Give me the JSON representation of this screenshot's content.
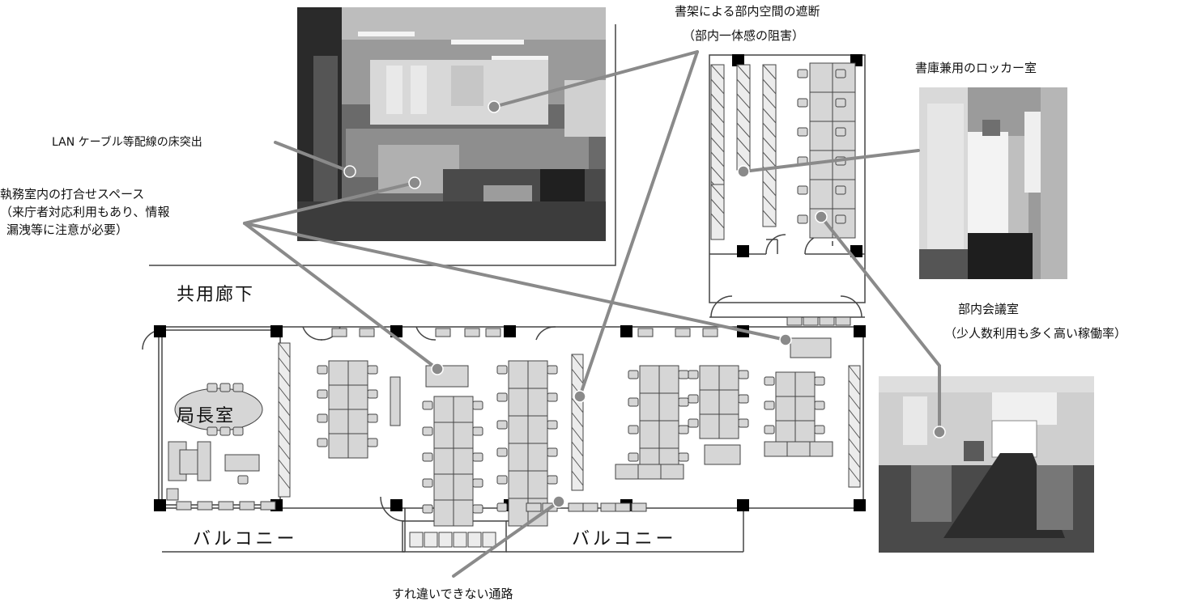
{
  "labels": {
    "shelves_blocking": "書架による部内空間の遮断",
    "shelves_blocking_sub": "（部内一体感の阻害）",
    "locker_room": "書庫兼用のロッカー室",
    "lan_cable": "LAN ケーブル等配線の床突出",
    "meeting_space_1": "執務室内の打合せスペース",
    "meeting_space_2": "（来庁者対応利用もあり、情報",
    "meeting_space_3": "漏洩等に注意が必要）",
    "conference_room": "部内会議室",
    "conference_room_sub": "（少人数利用も多く高い稼働率）",
    "narrow_passage": "すれ違いできない通路"
  },
  "rooms": {
    "corridor": "共用廊下",
    "director_room": "局長室",
    "balcony_left": "バルコニー",
    "balcony_right": "バルコニー"
  },
  "colors": {
    "callout_line": "#8a8a8a",
    "furniture": "#d6d6d6",
    "column": "#000000",
    "photo_dark": "#3a3a3a"
  },
  "photos": [
    {
      "name": "office-photo",
      "subject": "office interior"
    },
    {
      "name": "locker-room-photo",
      "subject": "locker room corridor"
    },
    {
      "name": "conference-room-photo",
      "subject": "conference room"
    }
  ]
}
